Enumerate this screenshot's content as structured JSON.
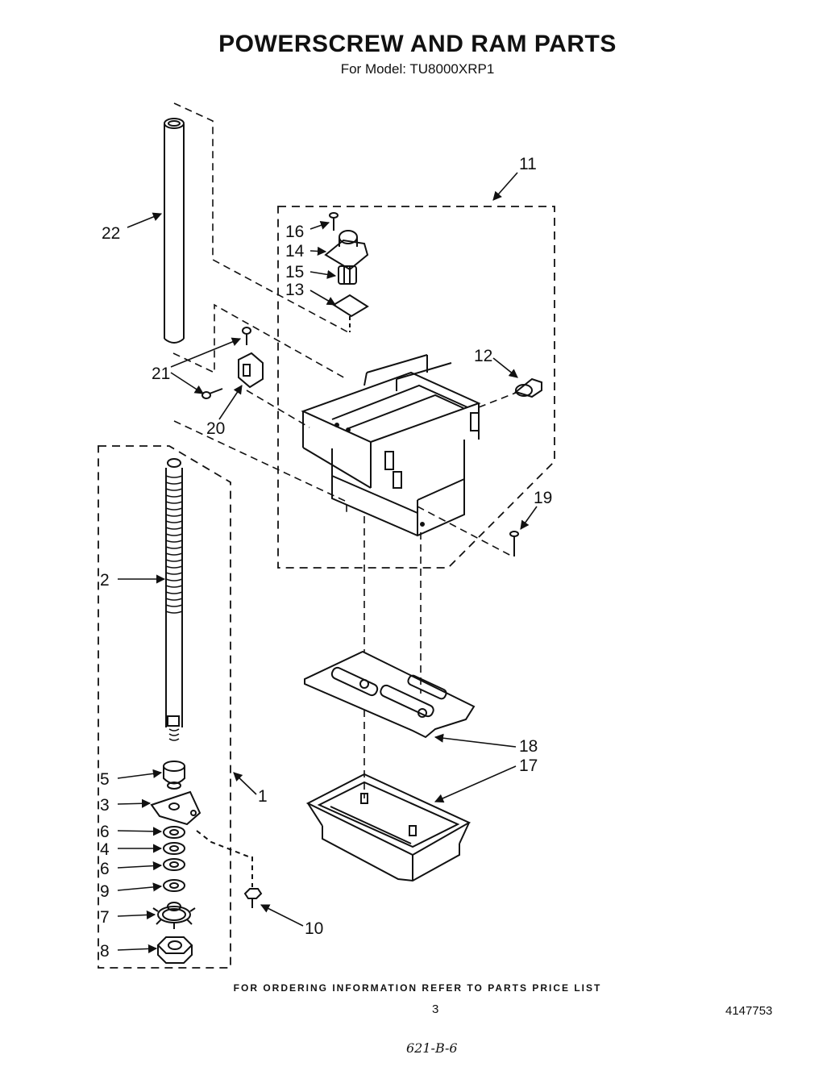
{
  "title": "POWERSCREW AND RAM PARTS",
  "subtitle": "For Model: TU8000XRP1",
  "footer_note": "FOR ORDERING INFORMATION REFER TO PARTS PRICE LIST",
  "page_number": "3",
  "document_number": "4147753",
  "handwritten_note": "621-B-6",
  "callouts": {
    "c1": "1",
    "c2": "2",
    "c3": "3",
    "c4": "4",
    "c5": "5",
    "c6a": "6",
    "c6b": "6",
    "c7": "7",
    "c8": "8",
    "c9": "9",
    "c10": "10",
    "c11": "11",
    "c12": "12",
    "c13": "13",
    "c14": "14",
    "c15": "15",
    "c16": "16",
    "c17": "17",
    "c18": "18",
    "c19": "19",
    "c20": "20",
    "c21": "21",
    "c22": "22"
  }
}
